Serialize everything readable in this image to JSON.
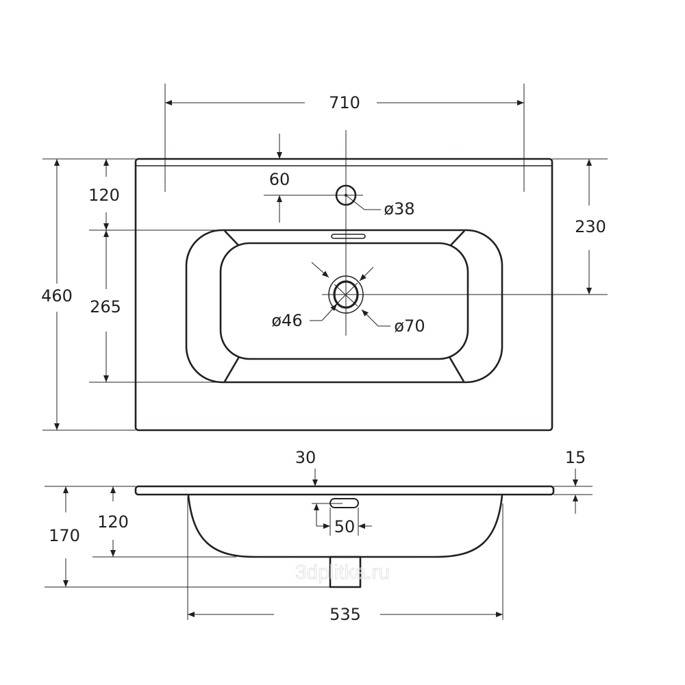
{
  "drawing": {
    "top_view": {
      "width_label": "710",
      "tap_offset_label": "60",
      "edge_to_basin_label": "120",
      "basin_depth_label": "265",
      "depth_label": "460",
      "drain_position_label": "230",
      "tap_hole_label": "ø38",
      "drain_inner_label": "ø46",
      "drain_outer_label": "ø70"
    },
    "side_view": {
      "overflow_offset_label": "30",
      "slab_thickness_label": "15",
      "bowl_height_label": "120",
      "total_height_label": "170",
      "overflow_width_label": "50",
      "bowl_width_label": "535"
    },
    "watermark": "3dplitka.ru",
    "line_color": "#231f20"
  }
}
